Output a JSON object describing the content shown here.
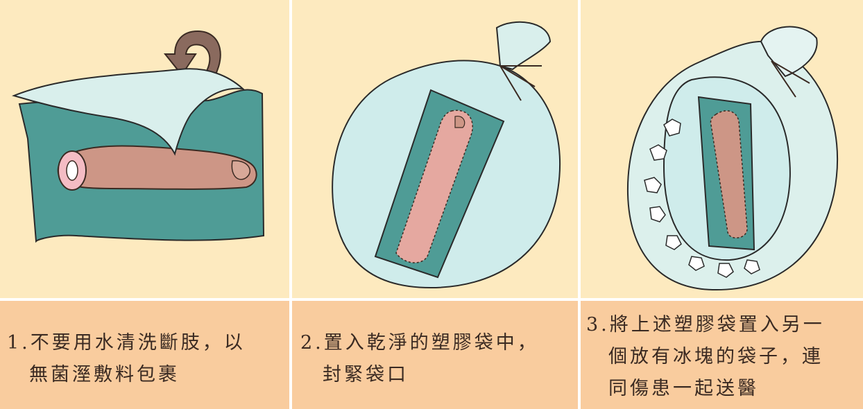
{
  "steps": [
    {
      "number": "1.",
      "lines": [
        "不要用水清洗斷肢，以",
        "無菌溼敷料包裹"
      ]
    },
    {
      "number": "2.",
      "lines": [
        "置入乾淨的塑膠袋中，",
        "封緊袋口"
      ]
    },
    {
      "number": "3.",
      "lines": [
        "將上述塑膠袋置入另一",
        "個放有冰塊的袋子，連",
        "同傷患一起送醫"
      ]
    }
  ],
  "colors": {
    "illustration_bg": "#fdeabf",
    "caption_bg": "#f9cc9e",
    "dressing_teal": "#4f9c96",
    "bag_light": "#cfeceb",
    "finger": "#cd9686",
    "arrow": "#8a6a5e"
  }
}
